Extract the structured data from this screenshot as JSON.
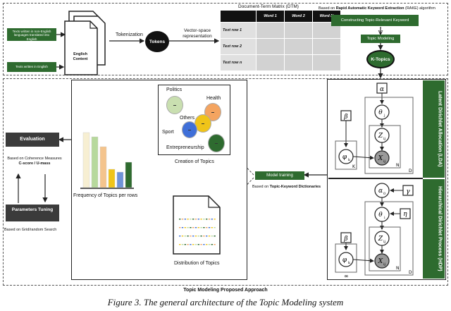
{
  "input": {
    "non_english_label": "Texts written in non-English languages translated into English",
    "english_label": "Texts written in English",
    "document_label": "English Content"
  },
  "tokenization_label": "Tokenization",
  "tokens_label": "Tokens",
  "vsr_label": "Vector-space representation",
  "dtm": {
    "title": "Document-Term Matrix (DTM)",
    "headers": [
      "Word 1",
      "Word 2",
      "Word N"
    ],
    "rows": [
      "Text row 1",
      "Text row 2",
      "Text row n"
    ]
  },
  "rake": {
    "prefix": "Based on ",
    "bold": "Rapid Automatic Keyword Extraction",
    "suffix": " (RAKE) algorithm"
  },
  "constructing_label": "Constructing Topic-Relevant Keyword Dictionaries",
  "topic_modeling_label": "Topic Modeling",
  "k_topics_label": "K-Topics",
  "creation": {
    "caption": "Creation of Topics",
    "labels": {
      "politics": "Politics",
      "health": "Health",
      "others": "Others",
      "sport": "Sport",
      "entrepreneurship": "Entrepreneurship"
    },
    "colors": {
      "politics": "#c9dfb0",
      "health": "#f4a460",
      "others": "#f0c419",
      "sport": "#3f6fd8",
      "entrepreneurship": "#2e6b2f"
    }
  },
  "frequency_caption": "Frequency of Topics per rows",
  "frequency_chart": {
    "type": "bar",
    "values": [
      78,
      72,
      58,
      26,
      22,
      36
    ],
    "colors": [
      "#f7efd2",
      "#b7d99d",
      "#f4c48d",
      "#f0c419",
      "#6f93d8",
      "#2e6b2f"
    ]
  },
  "distribution_caption": "Distribution of Topics",
  "model_training": {
    "label": "Model training",
    "note_prefix": "Based on ",
    "note_bold": "Topic-Keyword Dictionaries"
  },
  "evaluation": {
    "label": "Evaluation",
    "note": "Based on Coherence Measures",
    "note_bold": "C-score / U-mass"
  },
  "parameters": {
    "label": "Parameters Tuning",
    "note": "Based on Grid/random Search"
  },
  "lda": {
    "title": "Latent Dirichlet Allocation (LDA)",
    "alpha": "α",
    "theta": "θ",
    "sub_j": "j",
    "z": "Z",
    "sub_ij": "ij",
    "beta": "β",
    "phi": "φ",
    "sub_k": "k",
    "x": "X",
    "plate_k": "K",
    "plate_n": "N",
    "plate_d": "D"
  },
  "hdp": {
    "title": "Hierarchical Dirichlet Process (HDP)",
    "alpha": "α",
    "sub_0": "0",
    "gamma": "γ",
    "theta": "θ",
    "sub_i": "i",
    "eta": "η",
    "z": "Z",
    "sub_ij": "ij",
    "beta": "β",
    "phi": "φ",
    "sub_k": "k",
    "x": "X",
    "plate_inf": "∞",
    "plate_n": "N",
    "plate_d": "D"
  },
  "footer_label": "Topic Modeling Proposed Approach",
  "figure_caption": "Figure 3. The general architecture of the Topic Modeling system"
}
